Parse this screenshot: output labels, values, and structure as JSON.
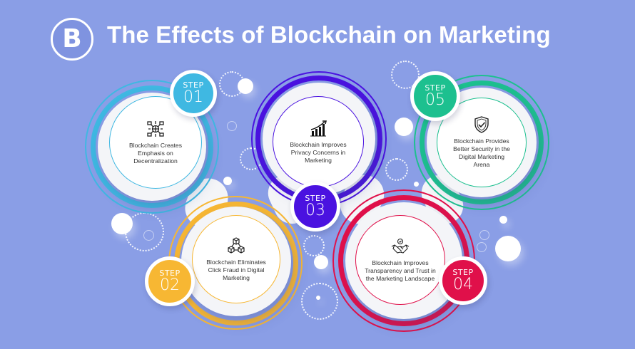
{
  "header": {
    "logo_letter": "B",
    "title": "The Effects of Blockchain on Marketing"
  },
  "colors": {
    "background": "#8a9ee6",
    "step1": "#3fb8e2",
    "step2": "#f7b733",
    "step3": "#4a12e0",
    "step4": "#e0104a",
    "step5": "#1dc08f"
  },
  "steps": [
    {
      "step_label": "STEP",
      "number": "01",
      "icon": "decentralized-network-icon",
      "text": "Blockchain Creates Emphasis on Decentralization"
    },
    {
      "step_label": "STEP",
      "number": "02",
      "icon": "connected-blocks-icon",
      "text": "Blockchain Eliminates Click Fraud in Digital Marketing"
    },
    {
      "step_label": "STEP",
      "number": "03",
      "icon": "growth-chart-icon",
      "text": "Blockchain Improves Privacy Concerns in Marketing"
    },
    {
      "step_label": "STEP",
      "number": "04",
      "icon": "handshake-icon",
      "text": "Blockchain Improves Transparency and Trust in the Marketing Landscape"
    },
    {
      "step_label": "STEP",
      "number": "05",
      "icon": "shield-check-icon",
      "text": "Blockchain Provides Better Security in the Digital Marketing Arena"
    }
  ]
}
